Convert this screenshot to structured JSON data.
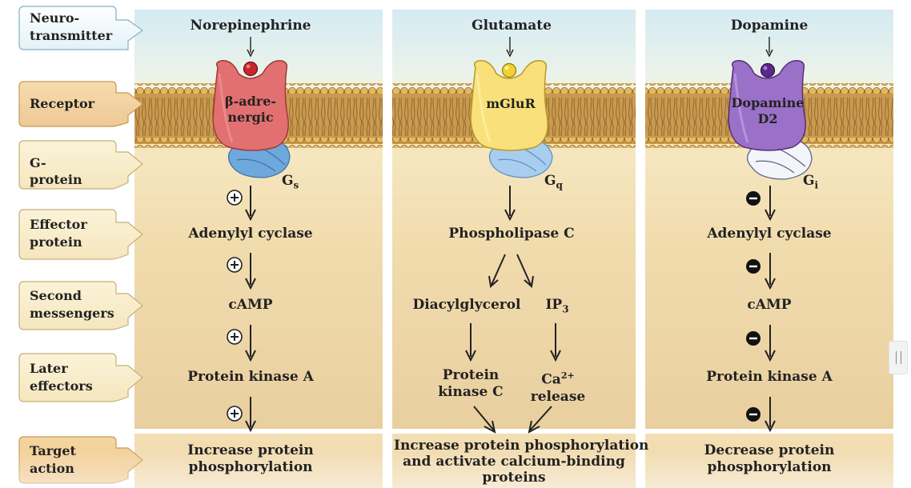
{
  "row_labels": {
    "neurotransmitter": [
      "Neuro-",
      "transmitter"
    ],
    "receptor": "Receptor",
    "g_protein": "G-protein",
    "effector": [
      "Effector",
      "protein"
    ],
    "second": [
      "Second",
      "messengers"
    ],
    "later": [
      "Later",
      "effectors"
    ],
    "target": [
      "Target",
      "action"
    ]
  },
  "pathways": {
    "norepinephrine": {
      "neurotransmitter": "Norepinephrine",
      "receptor": [
        "β-adre-",
        "nergic"
      ],
      "g_protein": "G",
      "g_protein_sub": "s",
      "effector": "Adenylyl cyclase",
      "second": "cAMP",
      "later": "Protein kinase A",
      "target": [
        "Increase protein",
        "phosphorylation"
      ],
      "sign_symbol": "+"
    },
    "glutamate": {
      "neurotransmitter": "Glutamate",
      "receptor": "mGluR",
      "g_protein": "G",
      "g_protein_sub": "q",
      "effector": "Phospholipase C",
      "second_a": "Diacylglycerol",
      "second_b": "IP",
      "second_b_sub": "3",
      "later_a": [
        "Protein",
        "kinase C"
      ],
      "later_b_top": "Ca",
      "later_b_sup": "2+",
      "later_b_bottom": "release",
      "target": [
        "Increase protein phosphorylation",
        "and activate calcium-binding",
        "proteins"
      ]
    },
    "dopamine": {
      "neurotransmitter": "Dopamine",
      "receptor": [
        "Dopamine",
        "D2"
      ],
      "g_protein": "G",
      "g_protein_sub": "i",
      "effector": "Adenylyl cyclase",
      "second": "cAMP",
      "later": "Protein kinase A",
      "target": [
        "Decrease protein",
        "phosphorylation"
      ],
      "sign_symbol": "−"
    }
  },
  "colors": {
    "sky": "#d6ecf3",
    "cream": "#f6e6bf",
    "tan": "#ecd2a3",
    "membrane": "#c89a4a",
    "beta_receptor": "#e06c6c",
    "mglur": "#f8e07a",
    "d2": "#9a70c8",
    "gs": "#6fa8dc",
    "gi": "#eef2f8"
  }
}
